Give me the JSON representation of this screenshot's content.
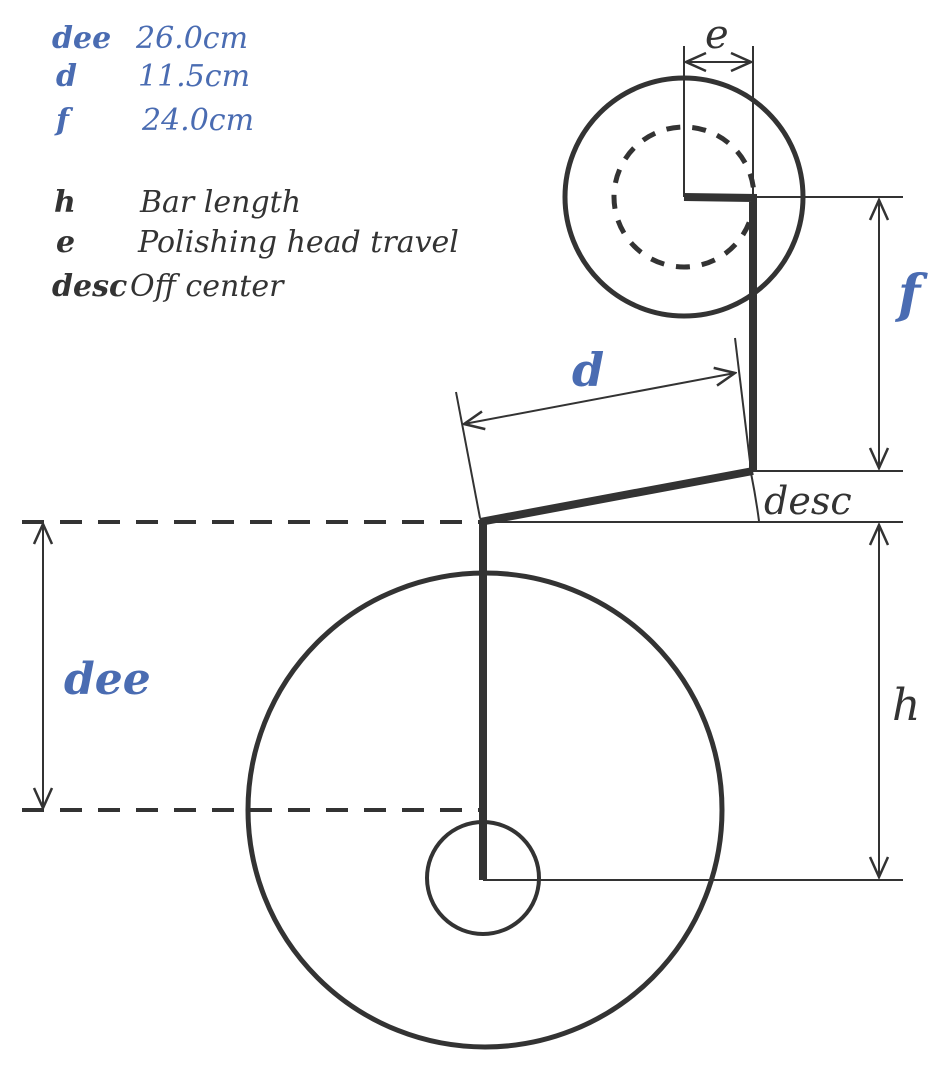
{
  "legend": {
    "values": [
      {
        "symbol": "dee",
        "text": "26.0cm"
      },
      {
        "symbol": "d",
        "text": "11.5cm"
      },
      {
        "symbol": "f",
        "text": "24.0cm"
      }
    ],
    "definitions": [
      {
        "symbol": "h",
        "text": "Bar length"
      },
      {
        "symbol": "e",
        "text": "Polishing head travel"
      },
      {
        "symbol": "desc",
        "text": "Off center"
      }
    ]
  },
  "labels": {
    "e": "e",
    "f": "f",
    "d": "d",
    "desc": "desc",
    "dee": "dee",
    "h": "h"
  },
  "colors": {
    "ink": "#333333",
    "accent": "#4a6cb2"
  }
}
